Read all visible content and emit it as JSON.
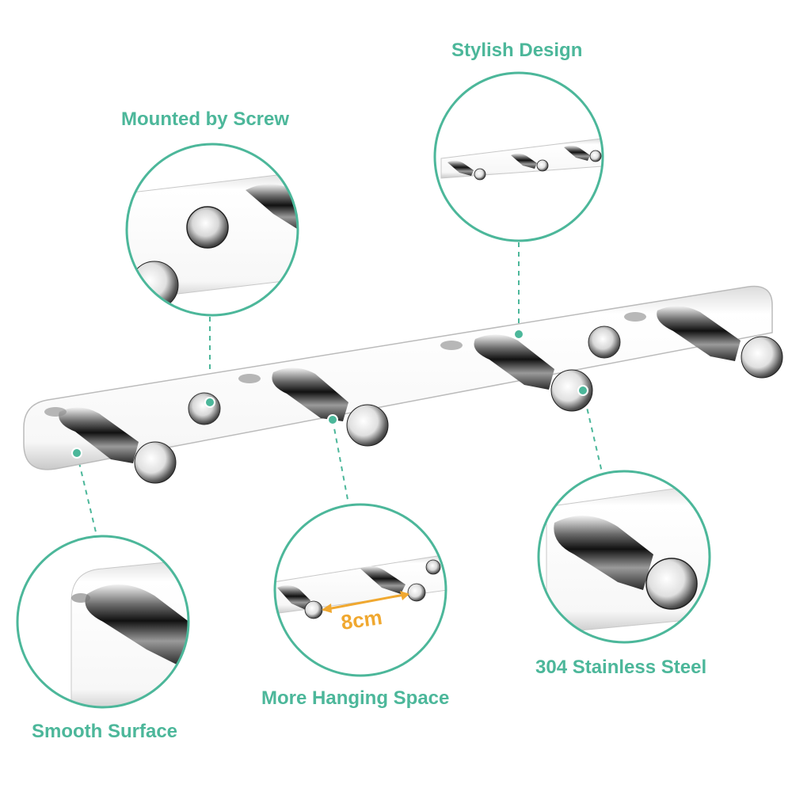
{
  "features": {
    "stylish": "Stylish Design",
    "screw": "Mounted by Screw",
    "smooth": "Smooth Surface",
    "space": "More Hanging Space",
    "steel": "304 Stainless Steel"
  },
  "measurement": "8cm",
  "colors": {
    "accent": "#4cb79a",
    "measure": "#f0a830",
    "steel_dark": "#1a1a1a",
    "steel_light": "#f5f5f5"
  },
  "product": {
    "hook_count": 4,
    "screw_count": 2
  }
}
